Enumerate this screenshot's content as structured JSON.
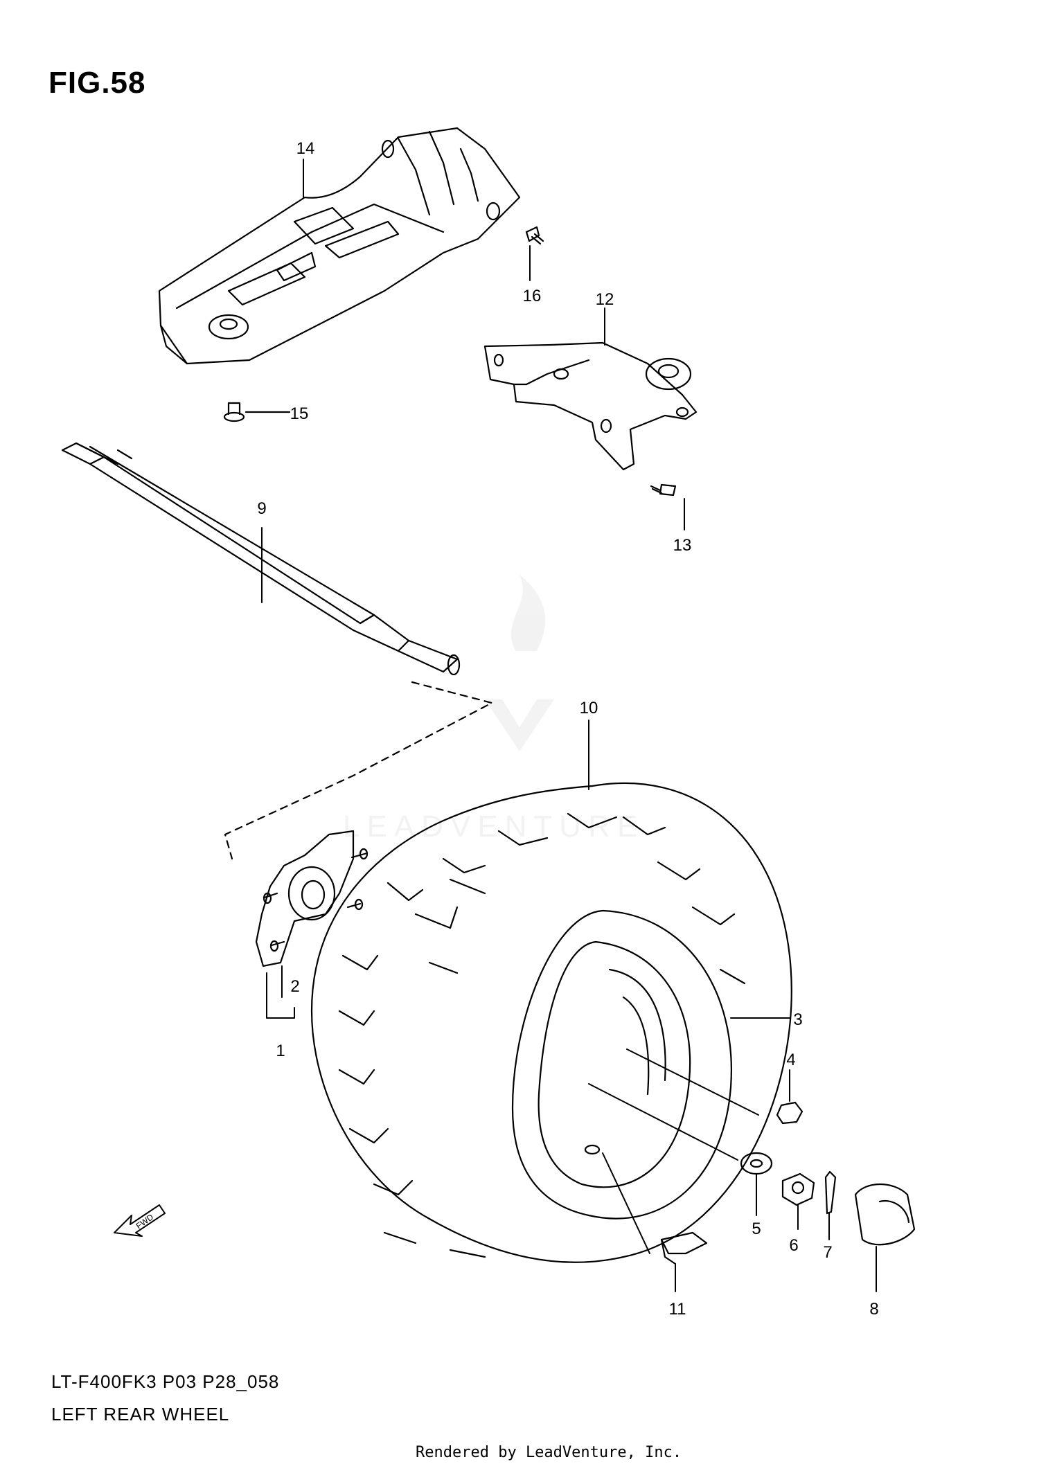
{
  "figure": {
    "title": "FIG.58",
    "model_code": "LT-F400FK3 P03 P28_058",
    "name": "LEFT REAR WHEEL",
    "render_credit": "Rendered by LeadVenture, Inc.",
    "watermark": "LEADVENTURE"
  },
  "callouts": [
    "1",
    "2",
    "3",
    "4",
    "5",
    "6",
    "7",
    "8",
    "9",
    "10",
    "11",
    "12",
    "13",
    "14",
    "15",
    "16"
  ],
  "direction_label": "FWD"
}
